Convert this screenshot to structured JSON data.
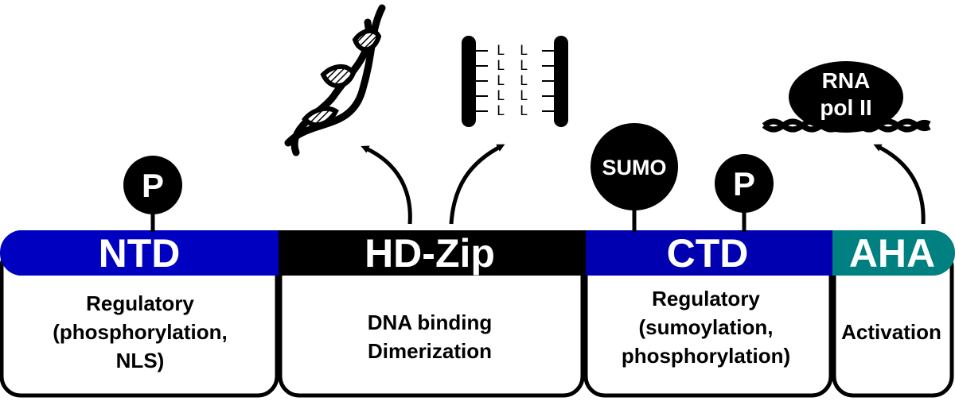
{
  "domains": [
    {
      "name": "NTD",
      "color": "#0000c0",
      "desc": [
        "Regulatory",
        "(phosphorylation,",
        "NLS)"
      ]
    },
    {
      "name": "HD-Zip",
      "color": "#000000",
      "desc": [
        "DNA binding",
        "Dimerization"
      ]
    },
    {
      "name": "CTD",
      "color": "#0000b0",
      "desc": [
        "Regulatory",
        "(sumoylation,",
        "phosphorylation)"
      ]
    },
    {
      "name": "AHA",
      "color": "#008080",
      "desc": [
        "Activation"
      ]
    }
  ],
  "modifications": {
    "ntd_phospho": "P",
    "ctd_sumo": "SUMO",
    "ctd_phospho": "P"
  },
  "targets": {
    "dna_icon": "dna-helix-icon",
    "zipper_letter": "L",
    "rna_pol_line1": "RNA",
    "rna_pol_line2": "pol II"
  }
}
